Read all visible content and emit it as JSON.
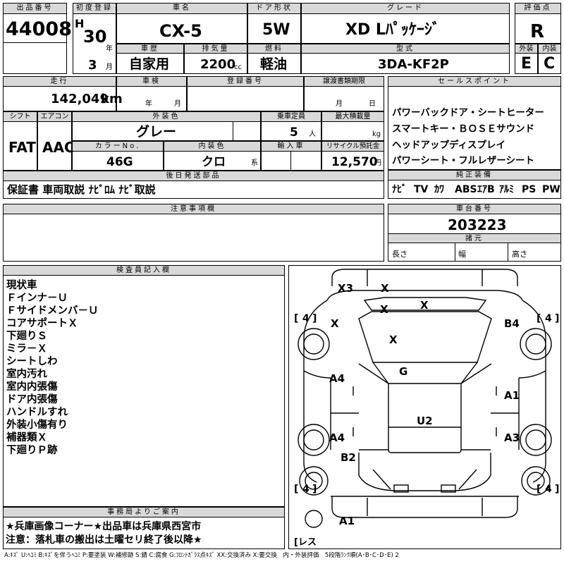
{
  "top": {
    "lot_no_label": "出品番号",
    "lot_no": "44008",
    "first_reg_label": "初度登録",
    "era": "H",
    "year": "30",
    "year_unit": "年",
    "month": "3",
    "month_unit": "月",
    "car_name_label": "車名",
    "car_name": "CX-5",
    "door_label": "ドア形状",
    "door": "5W",
    "grade_label": "グレード",
    "grade": "XD Lﾊﾟｯｹｰｼﾞ",
    "score_label": "評価点",
    "score": "R",
    "history_label": "車歴",
    "history": "自家用",
    "displacement_label": "排気量",
    "displacement": "2200",
    "displacement_unit": "cc",
    "fuel_label": "燃料",
    "fuel": "軽油",
    "model_label": "型式",
    "model": "3DA-KF2P",
    "exterior_label": "外装",
    "exterior_grade": "E",
    "interior_label": "内装",
    "interior_grade": "C"
  },
  "mid": {
    "mileage_label": "走行",
    "mileage": "142,049",
    "mileage_unit": "km",
    "inspection_label": "車検",
    "insp_year_unit": "年",
    "insp_month_unit": "月",
    "reg_no_label": "登録番号",
    "transfer_label": "譲渡書類期限",
    "transfer_month_unit": "月",
    "transfer_day_unit": "日",
    "shift_label": "シフト",
    "shift": "FAT",
    "ac_label": "エアコン",
    "ac": "AAC",
    "ext_color_label": "外装色",
    "ext_color": "グレー",
    "capacity_label": "乗車定員",
    "capacity": "5",
    "capacity_unit": "人",
    "max_load_label": "最大積載量",
    "max_load_unit": "kg",
    "color_no_label": "カラーNo.",
    "color_no": "46G",
    "int_color_label": "内装色",
    "int_color": "クロ",
    "int_color_unit": "系",
    "import_label": "輸入車",
    "recycle_label": "リサイクル預託金",
    "recycle": "12,570",
    "recycle_unit": "円",
    "later_parts_label": "後日発送部品",
    "later_parts": "保証書 車両取説 ﾅﾋﾞﾛﾑ ﾅﾋﾞ取説"
  },
  "sales": {
    "label": "セールスポイント",
    "points": [
      "パワーバックドア・シートヒーター",
      "スマートキー・ＢＯＳＥサウンド",
      "ヘッドアップディスプレイ",
      "パワーシート・フルレザーシート"
    ]
  },
  "equip": {
    "label": "純正装備",
    "items": [
      "ﾅﾋﾞ",
      "TV",
      "ｶﾜ",
      "ABS",
      "ｴｱB",
      "ｱﾙﾐ",
      "PS",
      "PW"
    ]
  },
  "notes": {
    "label": "注意事項欄"
  },
  "chassis": {
    "label": "車台番号",
    "number": "203223",
    "dims_label": "諸元",
    "length_label": "長さ",
    "width_label": "幅",
    "height_label": "高さ"
  },
  "inspector": {
    "label": "検査員記入欄",
    "lines": [
      "現状車",
      "Ｆインナ－Ｕ",
      "Ｆサイドメンバ－Ｕ",
      "コアサポートＸ",
      "下廻りＳ",
      "ミラ－Ｘ",
      "シートしわ",
      "室内汚れ",
      "室内内張傷",
      "ドア内張傷",
      "ハンドルすれ",
      "外装小傷有り",
      "補器類Ｘ",
      "下廻りＰ跡"
    ]
  },
  "office": {
    "label": "事務局よりご案内",
    "lines": [
      "★兵庫画像コーナー★出品車は兵庫県西宮市",
      "注意：落札車の搬出は土曜セリ終了後以降★"
    ]
  },
  "diagram": {
    "tires": [
      "4",
      "4",
      "4",
      "4"
    ],
    "spare_label": "レス",
    "damage": [
      "X3",
      "X",
      "X",
      "X",
      "X",
      "B4",
      "X",
      "G",
      "A4",
      "A1",
      "U2",
      "A4",
      "A3",
      "B2",
      "A1"
    ]
  },
  "legend": "A:ｷｽﾞ U:ﾍｺﾐ B:ｷｽﾞを伴うﾍｺﾐ P:要塗装 W:補修跡 S:錆 C:腐食 G:ﾌﾛﾝﾄｶﾞﾗｽ点ｷｽﾞ XX:交換済み X:要交換　内・外装評価　5段階ﾗﾝｸ順(A･B･C･D･E) 2"
}
